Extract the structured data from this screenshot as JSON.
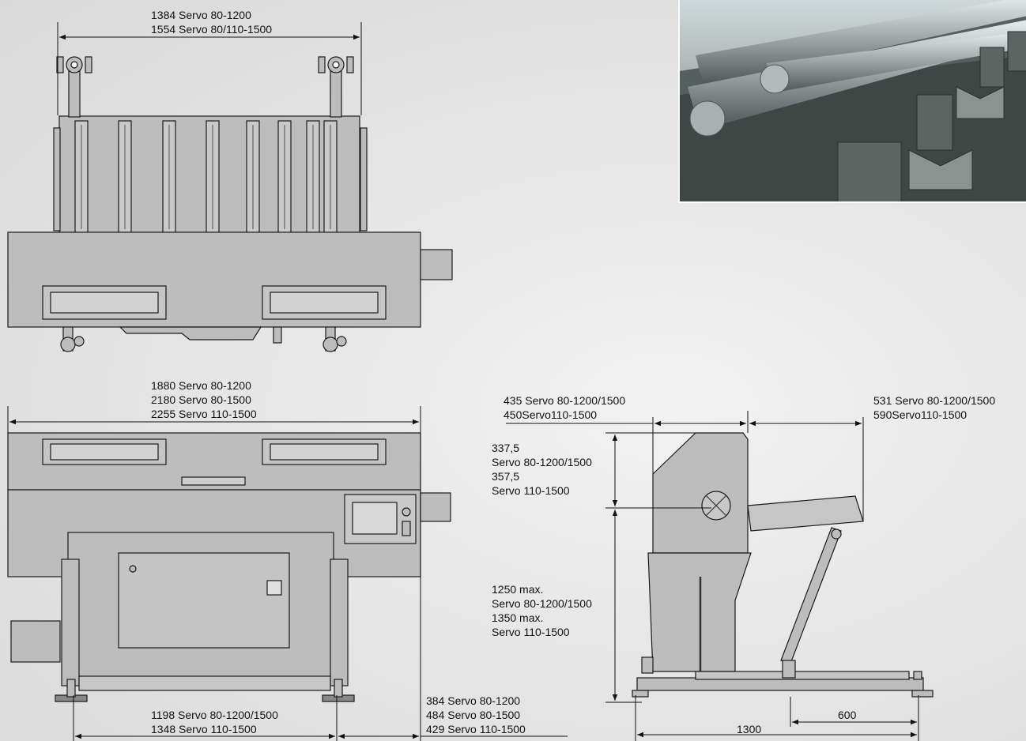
{
  "top_view": {
    "width_dim": [
      "1384 Servo 80-1200",
      "1554 Servo 80/110-1500"
    ]
  },
  "front_view": {
    "overall_length_dim": [
      "1880 Servo 80-1200",
      "2180 Servo 80-1500",
      "2255 Servo 110-1500"
    ],
    "leg_spacing_dim": [
      "1198 Servo 80-1200/1500",
      "1348 Servo 110-1500"
    ],
    "end_offset_dim": [
      "384 Servo 80-1200",
      "484 Servo 80-1500",
      "429 Servo 110-1500"
    ]
  },
  "side_view": {
    "rear_depth_dim": [
      "435 Servo 80-1200/1500",
      "450Servo110-1500"
    ],
    "front_depth_dim": [
      "531 Servo 80-1200/1500",
      "590Servo110-1500"
    ],
    "upper_height_dim": [
      "337,5",
      "Servo 80-1200/1500",
      "357,5",
      "Servo 110-1500"
    ],
    "center_height_dim": [
      "1250 max.",
      "Servo 80-1200/1500",
      "1350 max.",
      "Servo 110-1500"
    ],
    "base_length_dim": "1300",
    "foot_offset_dim": "600"
  },
  "photo": {
    "subject": "bar-stock-on-v-support-rollers"
  },
  "colors": {
    "machine_fill": "#bdbdbd",
    "machine_stroke": "#1a1a1a",
    "dimension_line": "#111111",
    "background": "#e9e9e9"
  }
}
